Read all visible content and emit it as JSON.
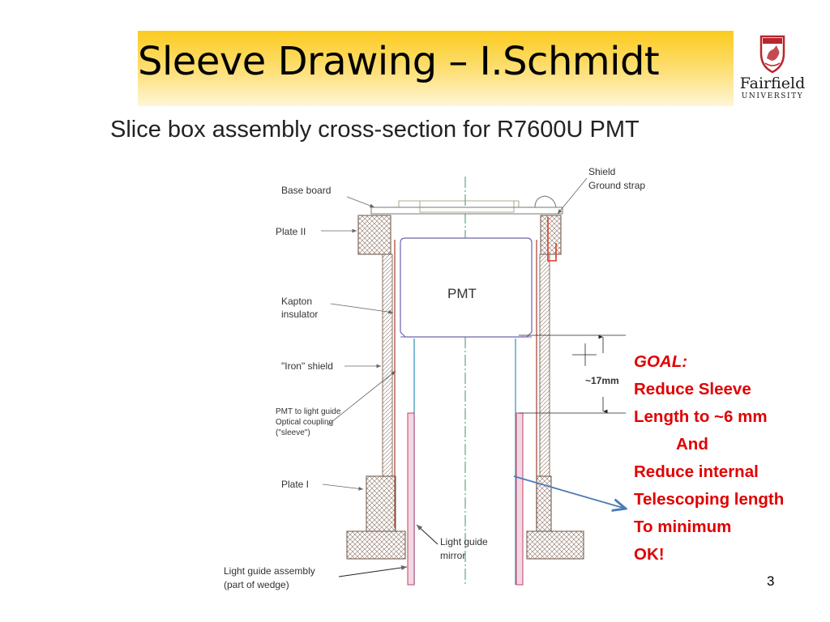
{
  "slide": {
    "title": "Sleeve Drawing – I.Schmidt",
    "subtitle": "Slice box assembly cross-section for R7600U PMT",
    "page_number": "3"
  },
  "logo": {
    "name": "Fairfield",
    "sub": "UNIVERSITY",
    "icon": "fairfield-shield-crest-icon",
    "colors": {
      "shield": "#b8262e",
      "stag": "#c44a52"
    }
  },
  "diagram": {
    "labels": {
      "base_board": "Base board",
      "plate_ii": "Plate II",
      "kapton_1": "Kapton",
      "kapton_2": "insulator",
      "iron_shield": "\"Iron\" shield",
      "pmt_coupling_1": "PMT to light guide",
      "pmt_coupling_2": "Optical coupling",
      "pmt_coupling_3": "(\"sleeve\")",
      "plate_i": "Plate I",
      "lg_assembly_1": "Light guide assembly",
      "lg_assembly_2": "(part of wedge)",
      "shield_1": "Shield",
      "shield_2": "Ground strap",
      "pmt": "PMT",
      "lg_mirror_1": "Light guide",
      "lg_mirror_2": "mirror",
      "dimension": "~17mm"
    },
    "colors": {
      "hatch": "#7a5a4a",
      "centerline": "#3a9a5a",
      "pmt_outline": "#7060b0",
      "light_guide": "#4aa0c8",
      "shield_strap": "#d83a2a",
      "mirror": "#c04070",
      "arrow": "#4a7ab8"
    }
  },
  "goal": {
    "heading": "GOAL:",
    "lines": [
      "Reduce Sleeve",
      "Length to ~6 mm",
      "And",
      "Reduce internal",
      "Telescoping length",
      "To minimum",
      "OK!"
    ],
    "color": "#e00000"
  }
}
